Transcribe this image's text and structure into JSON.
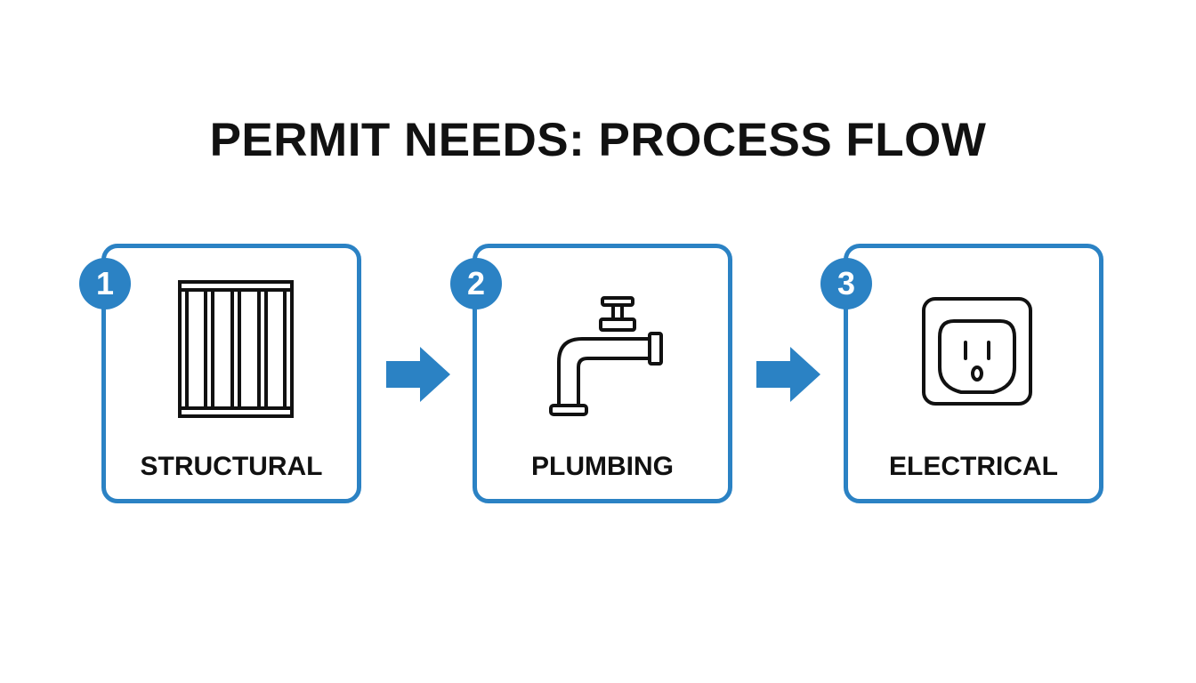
{
  "title": "PERMIT NEEDS: PROCESS FLOW",
  "colors": {
    "accent": "#2b82c4",
    "text": "#111111",
    "background": "#ffffff"
  },
  "steps": [
    {
      "number": "1",
      "label": "STRUCTURAL",
      "icon": "wall-framing-icon"
    },
    {
      "number": "2",
      "label": "PLUMBING",
      "icon": "faucet-icon"
    },
    {
      "number": "3",
      "label": "ELECTRICAL",
      "icon": "electrical-outlet-icon"
    }
  ],
  "connectors": [
    "right-arrow-icon",
    "right-arrow-icon"
  ]
}
